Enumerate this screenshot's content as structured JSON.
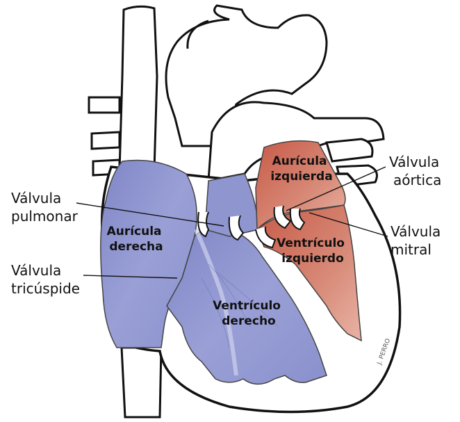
{
  "labels": {
    "valvula_pulmonar": [
      "Válvula",
      "pulmonar"
    ],
    "valvula_tricuspide": [
      "Válvula",
      "tricúspide"
    ],
    "valvula_aortica": [
      "Válvula",
      "aórtica"
    ],
    "valvula_mitral": [
      "Válvula",
      "mitral"
    ],
    "auricula_derecha": [
      "Aurícula",
      "derecha"
    ],
    "auricula_izquierda": [
      "Aurícula",
      "izquierda"
    ],
    "ventriculo_derecho": [
      "Ventrículo",
      "derecho"
    ],
    "ventriculo_izquierdo": [
      "Ventrículo",
      "izquierdo"
    ]
  },
  "signature": "J. PERRO",
  "colors": {
    "right_heart": "#8f95cf",
    "left_heart": "#cf6a5a",
    "outline": "#111111"
  }
}
